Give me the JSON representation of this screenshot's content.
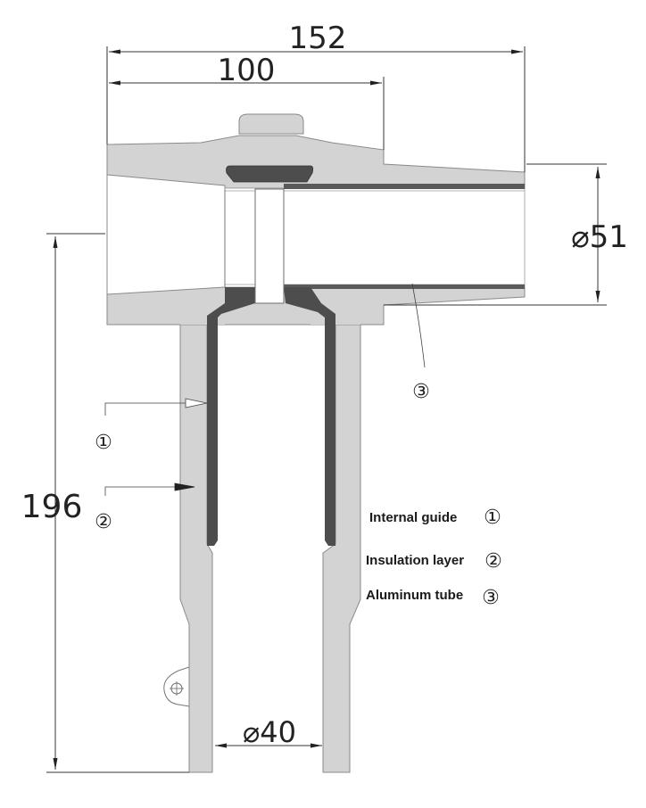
{
  "dimensions": {
    "overall_width": "152",
    "flange_width": "100",
    "height": "196",
    "tube_diameter": "⌀51",
    "bore_diameter": "⌀40"
  },
  "callouts": {
    "one": "①",
    "two": "②",
    "three": "③"
  },
  "legend": [
    {
      "label": "Internal guide",
      "marker": "①"
    },
    {
      "label": "Insulation layer",
      "marker": "②"
    },
    {
      "label": "Aluminum tube",
      "marker": "③"
    }
  ],
  "colors": {
    "body": "#d3d3d3",
    "dark_part": "#4d4d4d",
    "outline": "#7a7a7a",
    "line": "#333333"
  }
}
